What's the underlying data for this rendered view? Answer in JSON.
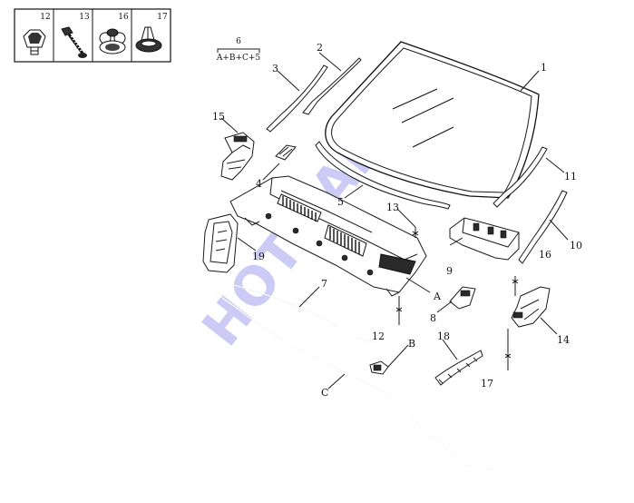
{
  "fastener_table": [
    {
      "label": "12",
      "icon": "clip-nut-icon"
    },
    {
      "label": "13",
      "icon": "tapping-screw-icon"
    },
    {
      "label": "16",
      "icon": "push-rivet-icon"
    },
    {
      "label": "17",
      "icon": "fir-tree-clip-icon"
    }
  ],
  "assembly_group": {
    "label": "6",
    "formula": "A+B+C+5"
  },
  "callouts": [
    {
      "id": "c1",
      "text": "1"
    },
    {
      "id": "c2",
      "text": "2"
    },
    {
      "id": "c3",
      "text": "3"
    },
    {
      "id": "c4",
      "text": "4"
    },
    {
      "id": "c5",
      "text": "5"
    },
    {
      "id": "c7",
      "text": "7"
    },
    {
      "id": "c8",
      "text": "8"
    },
    {
      "id": "c9",
      "text": "9"
    },
    {
      "id": "c10",
      "text": "10"
    },
    {
      "id": "c11",
      "text": "11"
    },
    {
      "id": "c12",
      "text": "12"
    },
    {
      "id": "c13",
      "text": "13"
    },
    {
      "id": "c14",
      "text": "14"
    },
    {
      "id": "c15",
      "text": "15"
    },
    {
      "id": "c16",
      "text": "16"
    },
    {
      "id": "c17",
      "text": "17"
    },
    {
      "id": "c18",
      "text": "18"
    },
    {
      "id": "c19",
      "text": "19"
    },
    {
      "id": "cA",
      "text": "A"
    },
    {
      "id": "cB",
      "text": "B"
    },
    {
      "id": "cC",
      "text": "C"
    }
  ],
  "watermark": {
    "text": "HOT PARTS",
    "color": "#b9b9f2"
  },
  "colors": {
    "line": "#1a1a1a",
    "background": "#ffffff"
  }
}
